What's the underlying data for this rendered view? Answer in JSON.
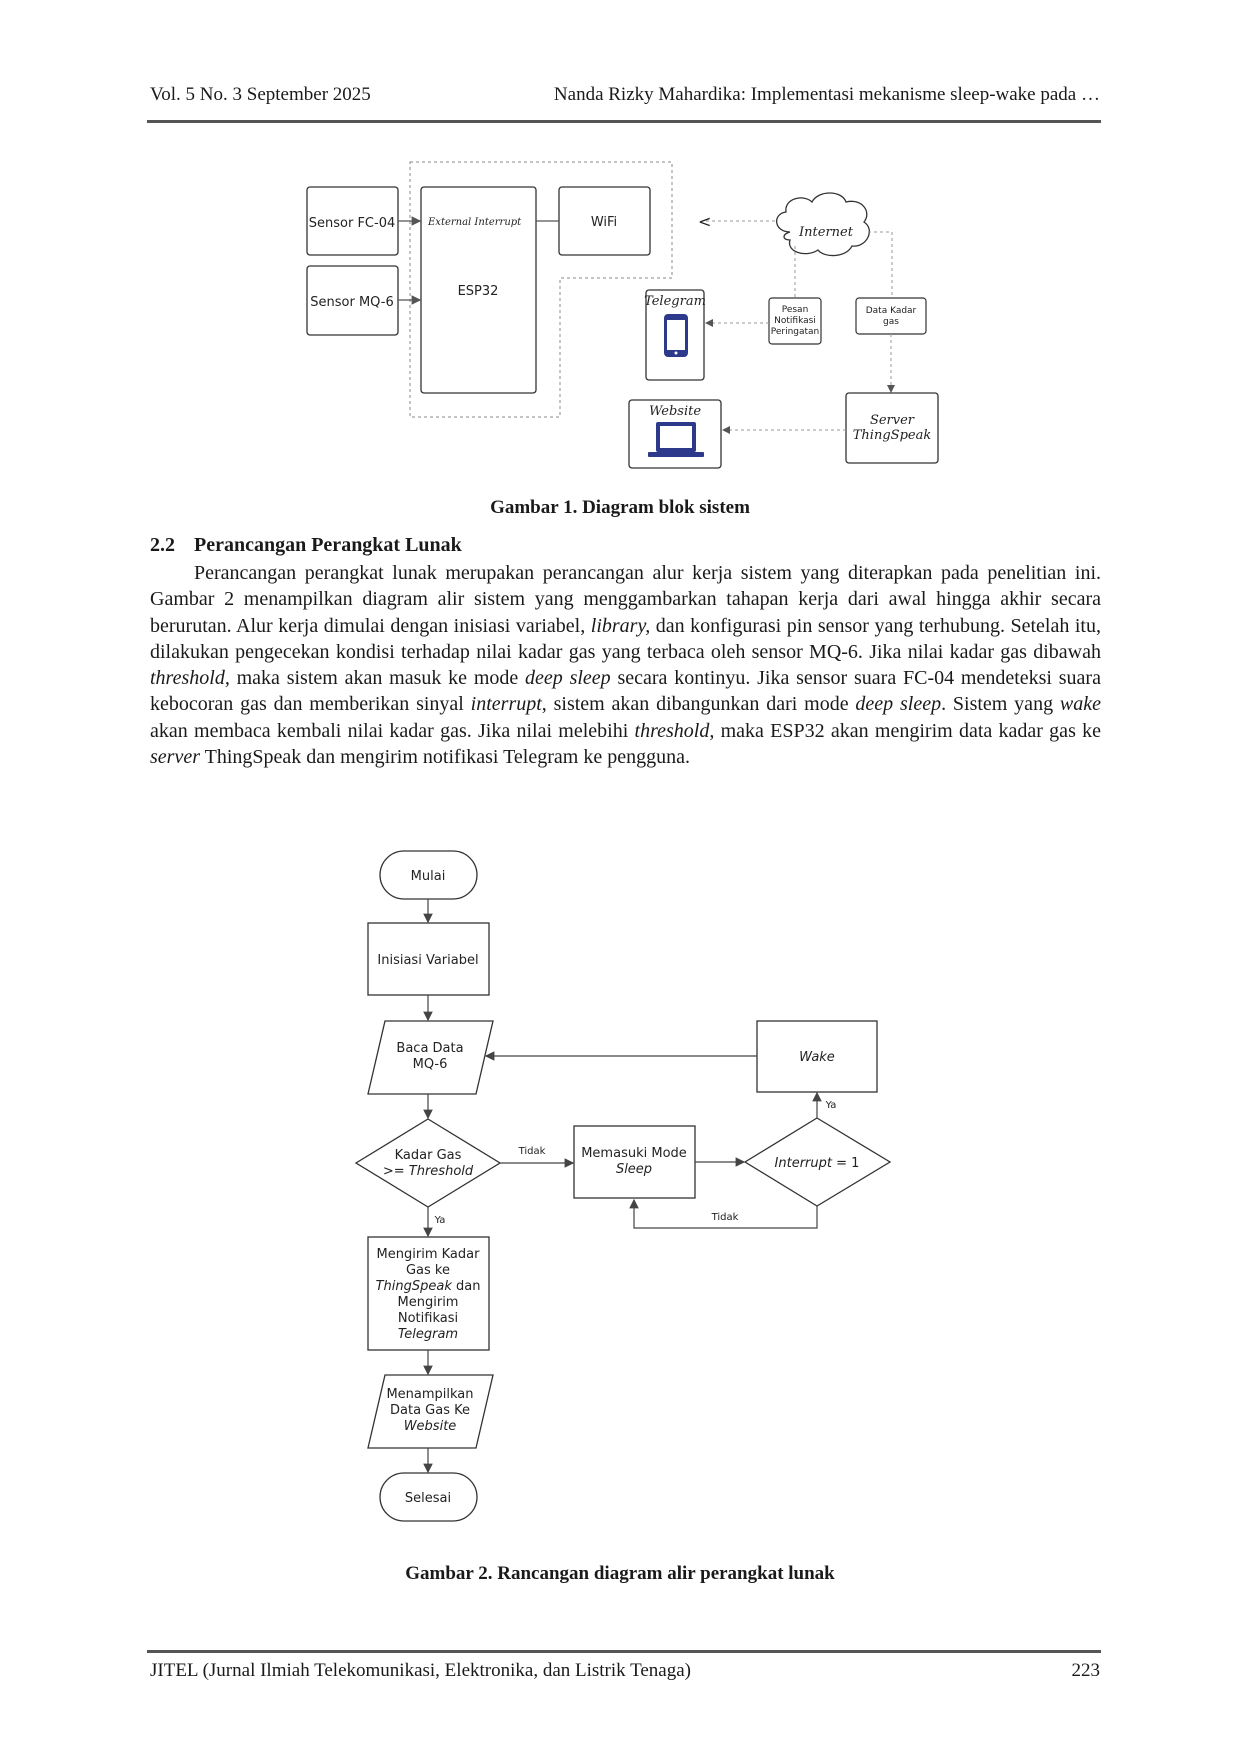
{
  "header": {
    "left": "Vol. 5 No. 3 September 2025",
    "right": "Nanda Rizky Mahardika: Implementasi mekanisme sleep-wake pada …"
  },
  "figure1": {
    "caption": "Gambar 1. Diagram blok sistem",
    "sensor_fc04": "Sensor FC-04",
    "sensor_mq6": "Sensor MQ-6",
    "external_interrupt": "External Interrupt",
    "esp32": "ESP32",
    "wifi": "WiFi",
    "internet": "Internet",
    "telegram": "Telegram",
    "pesan_line1": "Pesan",
    "pesan_line2": "Notifikasi",
    "pesan_line3": "Peringatan",
    "data_kadar_line1": "Data Kadar",
    "data_kadar_line2": "gas",
    "website": "Website",
    "server_line1": "Server",
    "server_line2": "ThingSpeak",
    "arrow_glyph": "<"
  },
  "section": {
    "number": "2.2",
    "title": "Perancangan Perangkat Lunak"
  },
  "paragraph": {
    "p1": "Perancangan perangkat lunak merupakan perancangan alur kerja sistem yang diterapkan pada penelitian ini. Gambar 2 menampilkan diagram alir sistem yang menggambarkan tahapan kerja dari awal hingga akhir secara berurutan. Alur kerja dimulai dengan inisiasi variabel, ",
    "i1": "library,",
    "p2": " dan konfigurasi pin sensor yang terhubung. Setelah itu, dilakukan pengecekan kondisi terhadap nilai kadar gas yang terbaca oleh sensor MQ-6. Jika nilai kadar gas dibawah ",
    "i2": "threshold,",
    "p3": " maka sistem akan masuk ke mode ",
    "i3": "deep sleep",
    "p4": " secara kontinyu. Jika sensor suara FC-04 mendeteksi suara kebocoran gas dan memberikan sinyal ",
    "i4": "interrupt",
    "p5": ", sistem akan dibangunkan dari mode ",
    "i5": "deep sleep",
    "p6": ". Sistem yang ",
    "i6": "wake",
    "p7": " akan membaca kembali nilai kadar gas. Jika nilai melebihi ",
    "i7": "threshold,",
    "p8": " maka ESP32 akan mengirim data kadar gas ke ",
    "i8": "server",
    "p9": " ThingSpeak dan mengirim notifikasi Telegram ke pengguna."
  },
  "figure2": {
    "caption": "Gambar 2. Rancangan diagram alir perangkat lunak",
    "mulai": "Mulai",
    "inisiasi": "Inisiasi Variabel",
    "baca_line1": "Baca Data",
    "baca_line2": "MQ-6",
    "kadar_line1": "Kadar Gas",
    "kadar_line2_prefix": ">= ",
    "kadar_line2_italic": "Threshold",
    "tidak": "Tidak",
    "ya": "Ya",
    "memasuki_line1": "Memasuki Mode",
    "memasuki_line2": "Sleep",
    "interrupt_italic": "Interrupt",
    "interrupt_suffix": " = 1",
    "wake": "Wake",
    "kirim_line1": "Mengirim Kadar",
    "kirim_line2": "Gas ke",
    "kirim_line3_italic": "ThingSpeak",
    "kirim_line3_suffix": " dan",
    "kirim_line4": "Mengirim",
    "kirim_line5": "Notifikasi",
    "kirim_line6": "Telegram",
    "tampil_line1": "Menampilkan",
    "tampil_line2": "Data Gas Ke",
    "tampil_line3": "Website",
    "selesai": "Selesai"
  },
  "footer": {
    "left": "JITEL (Jurnal Ilmiah Telekomunikasi, Elektronika, dan Listrik Tenaga)",
    "right": "223"
  }
}
